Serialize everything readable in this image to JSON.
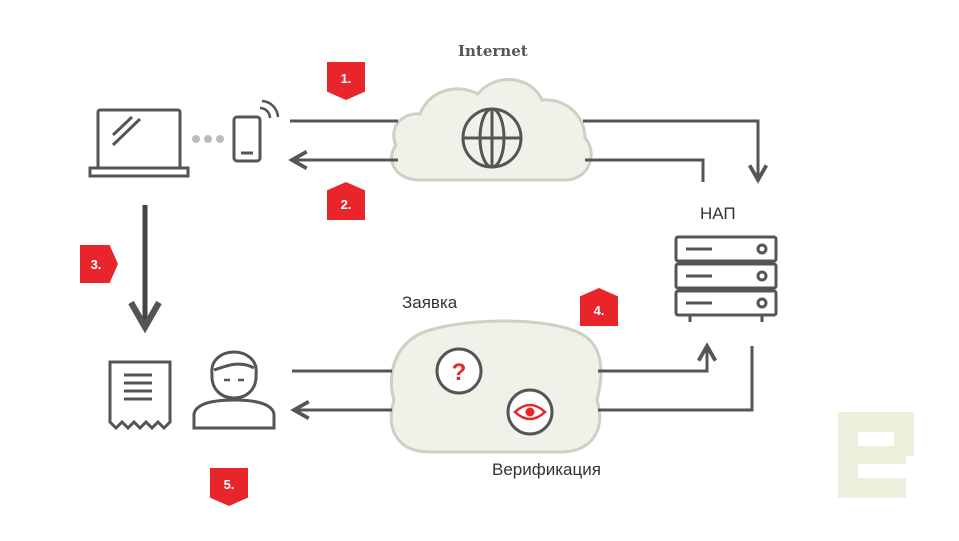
{
  "labels": {
    "internet": "Internet",
    "isp": "НАП",
    "request": "Заявка",
    "verification": "Верификация"
  },
  "steps": [
    "1.",
    "2.",
    "3.",
    "4.",
    "5."
  ],
  "icons": {
    "question": "?"
  },
  "colors": {
    "accent_red": "#e8252b",
    "line_gray": "#555555",
    "cloud_fill": "#f1f1ea",
    "cloud_stroke": "#cfcfc6",
    "watermark": "#eeeedd"
  }
}
